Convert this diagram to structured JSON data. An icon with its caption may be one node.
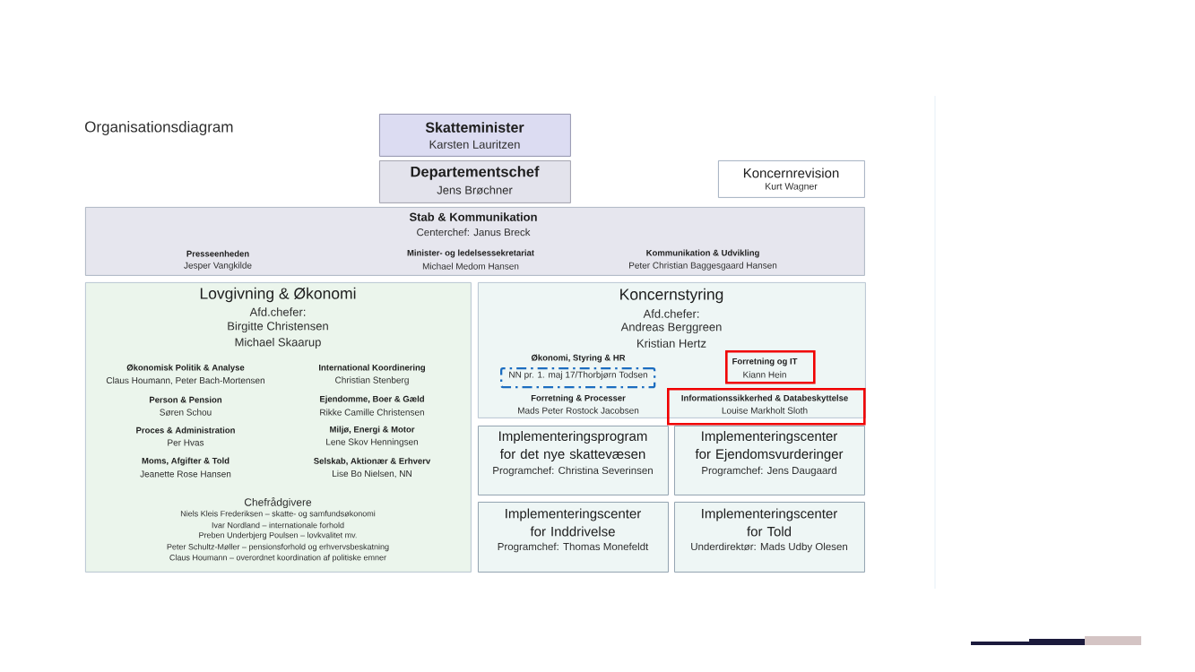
{
  "diagram": {
    "title": "Organisationsdiagram",
    "nodes": [
      {
        "text": [
          "Skatteminister",
          "Karsten Lauritzen"
        ]
      },
      {
        "text": [
          "Departementschef",
          "Jens Brøchner"
        ]
      },
      {
        "text": [
          "Koncernrevision",
          "Kurt Wagner"
        ]
      },
      {
        "text": [
          "Stab & Kommunikation",
          "Centerchef: Janus Breck",
          "Presseenheden",
          "Jesper Vangkilde",
          "Minister- og ledelsessekretariat",
          "Michael Medom Hansen",
          "Kommunikation & Udvikling",
          "Peter Christian Baggesgaard Hansen"
        ]
      },
      {
        "text": [
          "Lovgivning & Økonomi",
          "Afd.chefer:",
          "Birgitte Christensen",
          "Michael Skaarup",
          "Økonomisk Politik & Analyse",
          "Claus Houmann, Peter Bach-Mortensen",
          "International Koordinering",
          "Christian Stenberg",
          "Person & Pension",
          "Søren Schou",
          "Ejendomme, Boer & Gæld",
          "Rikke Camille Christensen",
          "Proces & Administration",
          "Per Hvas",
          "Miljø, Energi & Motor",
          "Lene Skov Henningsen",
          "Moms, Afgifter & Told",
          "Jeanette Rose Hansen",
          "Selskab, Aktionær & Erhverv",
          "Lise Bo Nielsen, NN",
          "Chefrådgivere",
          "Niels Kleis Frederiksen – skatte- og samfundsøkonomi",
          "Ivar Nordland – internationale forhold",
          "Preben Underbjerg Poulsen – lovkvalitet mv.",
          "Peter Schultz-Møller – pensionsforhold og erhvervsbeskatning",
          "Claus Houmann – overordnet koordination af politiske emner"
        ]
      },
      {
        "text": [
          "Koncernstyring",
          "Afd.chefer:",
          "Andreas Berggreen",
          "Kristian Hertz",
          "Forretning & Processer",
          "Mads Peter Rostock Jacobsen"
        ]
      },
      {
        "text": [
          "Økonomi, Styring & HR",
          "NN pr. 1. maj 17/Thorbjørn Todsen"
        ],
        "in": 5
      },
      {
        "text": [
          "Forretning og IT",
          "Kiann Hein"
        ],
        "in": 5
      },
      {
        "text": [
          "Informationssikkerhed & Databeskyttelse",
          "Louise Markholt Sloth"
        ]
      },
      {
        "text": [
          "Implementeringsprogram for det nye skattevæsen",
          "Programchef: Christina Severinsen"
        ]
      },
      {
        "text": [
          "Implementeringscenter for Ejendomsvurderinger",
          "Programchef: Jens Daugaard"
        ]
      },
      {
        "text": [
          "Implementeringscenter for Inddrivelse",
          "Programchef: Thomas Monefeldt"
        ]
      },
      {
        "text": [
          "Implementeringscenter for Told",
          "Underdirektør: Mads Udby Olesen"
        ]
      }
    ]
  }
}
